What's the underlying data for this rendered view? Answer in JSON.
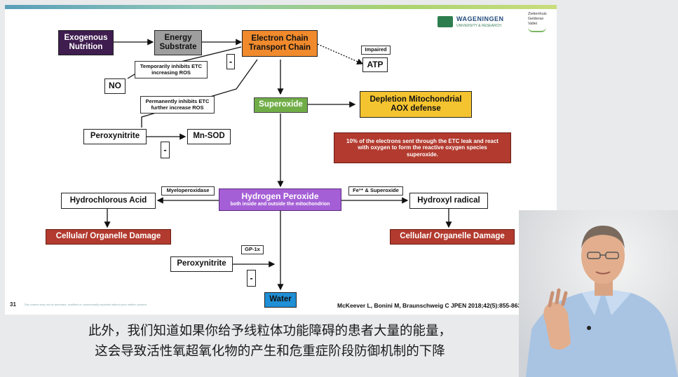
{
  "slide": {
    "page_number": "31",
    "footer_notice": "This content may not be amended, modified or commercially exploited without prior written consent",
    "citation": "McKeever L, Bonini M, Braunschweig C JPEN 2018;42(5):855-863"
  },
  "logos": {
    "wageningen_name": "WAGENINGEN",
    "wageningen_sub": "UNIVERSITY & RESEARCH",
    "partner_lines": [
      "Ziekenhuis",
      "Gelderse",
      "Vallei"
    ]
  },
  "diagram": {
    "exogenous_nutrition": "Exogenous Nutrition",
    "energy_substrate": "Energy Substrate",
    "etc": "Electron Chain Transport Chain",
    "impaired": "Impaired",
    "atp": "ATP",
    "minus": "-",
    "temporarily_inhibits": "Temporarily inhibits ETC increasing ROS",
    "no": "NO",
    "permanently_inhibits": "Permanently inhibits ETC further increase ROS",
    "superoxide": "Superoxide",
    "depletion": "Depletion Mitochondrial AOX defense",
    "peroxynitrite": "Peroxynitrite",
    "mn_sod": "Mn-SOD",
    "info_note": "10% of the electrons sent through the ETC leak and react with oxygen to form the reactive oxygen species superoxide.",
    "myeloperoxidase": "Myeloperoxidase",
    "hydrochlorous_acid": "Hydrochlorous Acid",
    "hydrogen_peroxide": "Hydrogen Peroxide",
    "hydrogen_peroxide_sub": "both inside and outside the mitochondrion",
    "fe_superoxide": "Fe³⁺ & Superoxide",
    "hydroxyl_radical": "Hydroxyl radical",
    "damage_left": "Cellular/ Organelle Damage",
    "damage_right": "Cellular/ Organelle Damage",
    "gp1x": "GP-1x",
    "peroxynitrite_2": "Peroxynitrite",
    "water": "Water"
  },
  "subtitles": [
    "此外，我们知道如果你给予线粒体功能障碍的患者大量的能量，",
    "这会导致活性氧超氧化物的产生和危重症阶段防御机制的下降"
  ],
  "colors": {
    "purple": "#3f1d4f",
    "gray": "#9e9e9e",
    "orange": "#f08a2c",
    "green": "#70ad47",
    "yellow": "#f4c430",
    "red": "#b23a2e",
    "violet": "#a55fd6",
    "blue": "#1f8fd6"
  }
}
